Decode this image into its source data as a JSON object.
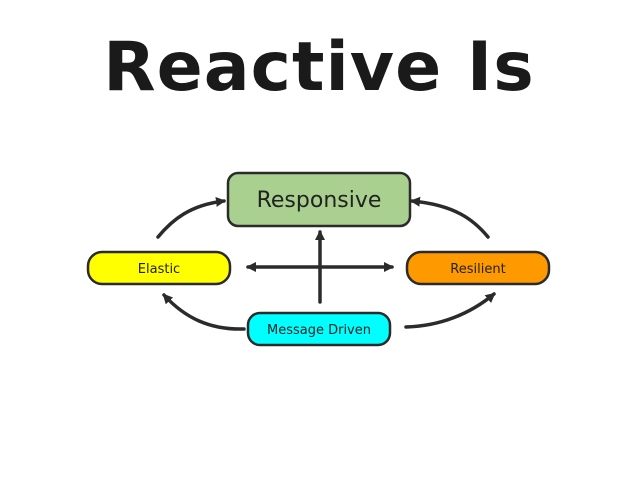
{
  "slide": {
    "title": "Reactive Is"
  },
  "diagram": {
    "nodes": {
      "responsive": {
        "label": "Responsive",
        "color": "#a9d08e"
      },
      "elastic": {
        "label": "Elastic",
        "color": "#ffff00"
      },
      "resilient": {
        "label": "Resilient",
        "color": "#ff9900"
      },
      "message_driven": {
        "label": "Message Driven",
        "color": "#00ffff"
      }
    },
    "edges": [
      {
        "from": "Elastic",
        "to": "Responsive"
      },
      {
        "from": "Resilient",
        "to": "Responsive"
      },
      {
        "from": "Message Driven",
        "to": "Responsive"
      },
      {
        "from": "Message Driven",
        "to": "Elastic"
      },
      {
        "from": "Message Driven",
        "to": "Resilient"
      },
      {
        "from": "Elastic",
        "to": "Resilient"
      },
      {
        "from": "Resilient",
        "to": "Elastic"
      }
    ],
    "colors": {
      "stroke": "#2b2b2b",
      "text": "#222222"
    }
  }
}
